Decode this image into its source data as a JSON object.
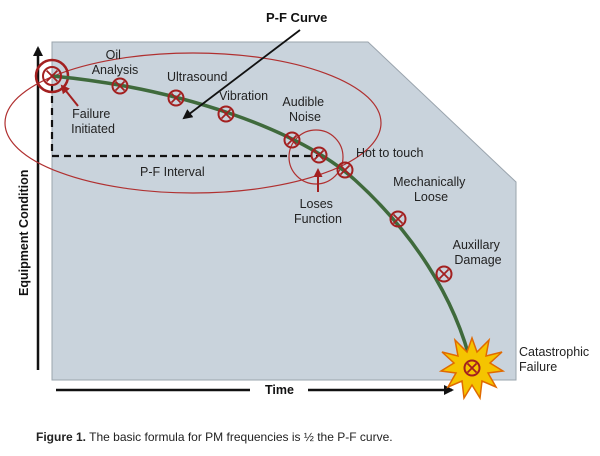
{
  "title": "P-F Curve",
  "axes": {
    "y_label": "Equipment Condition",
    "x_label": "Time"
  },
  "interval_label": "P-F Interval",
  "markers": {
    "failure_initiated": [
      "Failure",
      "Initiated"
    ],
    "oil_analysis": [
      "Oil",
      "Analysis"
    ],
    "ultrasound": [
      "Ultrasound"
    ],
    "vibration": [
      "Vibration"
    ],
    "audible_noise": [
      "Audible",
      "Noise"
    ],
    "hot_to_touch": [
      "Hot to touch"
    ],
    "loses_function": [
      "Loses",
      "Function"
    ],
    "mechanically_loose": [
      "Mechanically",
      "Loose"
    ],
    "auxillary_damage": [
      "Auxillary",
      "Damage"
    ],
    "catastrophic_failure": [
      "Catastrophic",
      "Failure"
    ]
  },
  "caption": {
    "label": "Figure 1.",
    "text": " The basic formula for PM frequencies is ½ the P-F curve."
  },
  "colors": {
    "panel_fill": "#c9d3dc",
    "panel_stroke": "#9aa4ad",
    "curve": "#3f6a3c",
    "marker": "#a32020",
    "ellipse": "#b03030",
    "burst_fill": "#f5c400",
    "burst_stroke": "#e06a00"
  }
}
